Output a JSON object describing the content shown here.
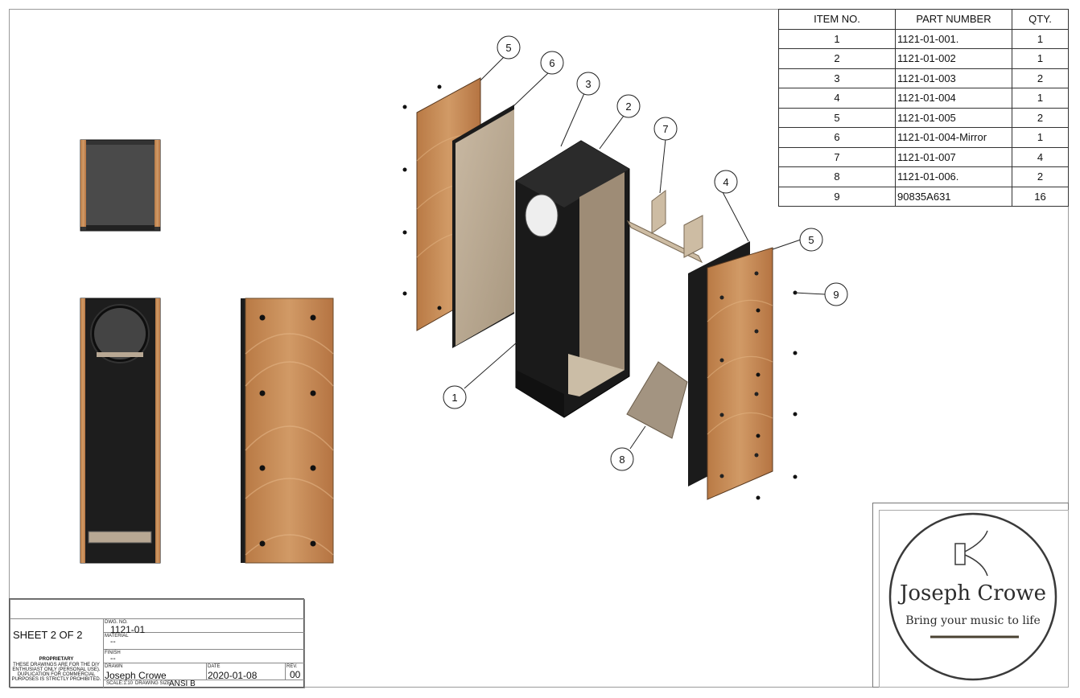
{
  "bom": {
    "headers": [
      "ITEM NO.",
      "PART NUMBER",
      "QTY."
    ],
    "rows": [
      {
        "item": "1",
        "part": "1121-01-001.",
        "qty": "1"
      },
      {
        "item": "2",
        "part": "1121-01-002",
        "qty": "1"
      },
      {
        "item": "3",
        "part": "1121-01-003",
        "qty": "2"
      },
      {
        "item": "4",
        "part": "1121-01-004",
        "qty": "1"
      },
      {
        "item": "5",
        "part": "1121-01-005",
        "qty": "2"
      },
      {
        "item": "6",
        "part": "1121-01-004-Mirror",
        "qty": "1"
      },
      {
        "item": "7",
        "part": "1121-01-007",
        "qty": "4"
      },
      {
        "item": "8",
        "part": "1121-01-006.",
        "qty": "2"
      },
      {
        "item": "9",
        "part": "90835A631",
        "qty": "16"
      }
    ]
  },
  "balloons": [
    "5",
    "6",
    "3",
    "2",
    "7",
    "4",
    "5",
    "9",
    "1",
    "8"
  ],
  "title_block": {
    "sheet": "SHEET 2 OF 2",
    "dwg_no_label": "DWG. NO.",
    "dwg_no": "1121-01",
    "material_label": "MATERIAL",
    "material": "--",
    "finish_label": "FINISH",
    "finish": "--",
    "drawn_label": "DRAWN",
    "drawn": "Joseph Crowe",
    "date_label": "DATE",
    "date": "2020-01-08",
    "rev_label": "REV.",
    "rev": "00",
    "scale": "SCALE:1:10",
    "drawing_size_label": "DRAWING SIZE",
    "drawing_size": "ANSI B",
    "proprietary_title": "PROPRIETARY",
    "proprietary_text": "THESE DRAWINGS ARE FOR THE DIY ENTHUSIAST ONLY (PERSONAL USE). DUPLICATION FOR COMMERCIAL PURPOSES IS STRICTLY PROHIBITED."
  },
  "logo": {
    "name": "Joseph Crowe",
    "tagline": "Bring your music to life"
  },
  "colors": {
    "wood": "#c0844f",
    "black_panel": "#1b1b1b",
    "birch": "#b8a894",
    "line": "#222222"
  }
}
